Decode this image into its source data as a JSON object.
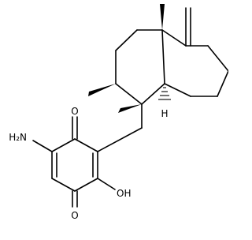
{
  "molecule": {
    "atom_labels": {
      "carbonyl_top_O": "O",
      "carbonyl_bottom_O": "O",
      "amine": "H2N",
      "hydroxyl": "OH",
      "ring_junction_H": "H"
    },
    "colors": {
      "bond": "#000000",
      "background": "#ffffff"
    }
  }
}
